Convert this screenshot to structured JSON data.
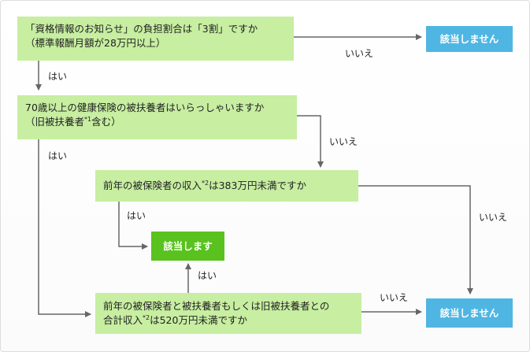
{
  "nodes": {
    "q1": {
      "line1": "「資格情報のお知らせ」の負担割合は「3割」ですか",
      "line2": "（標準報酬月額が28万円以上）"
    },
    "q2": {
      "line1": "70歳以上の健康保険の被扶養者はいらっしゃいますか",
      "line2_pre": "（旧被扶養者",
      "line2_sup": "*1",
      "line2_post": "含む）"
    },
    "q3": {
      "pre": "前年の被保険者の収入",
      "sup": "*2",
      "post": "は383万円未満ですか"
    },
    "q4": {
      "line1": "前年の被保険者と被扶養者もしくは旧被扶養者との",
      "line2_pre": "合計収入",
      "line2_sup": "*2",
      "line2_post": "は520万円未満ですか"
    },
    "not_applicable_top": "該当しません",
    "applicable": "該当します",
    "not_applicable_bottom": "該当しません"
  },
  "edge_labels": {
    "q1_no": "いいえ",
    "q1_yes": "はい",
    "q2_no": "いいえ",
    "q2_yes": "はい",
    "q3_yes": "はい",
    "q3_no": "いいえ",
    "q4_yes": "はい",
    "q4_no": "いいえ"
  },
  "colors": {
    "question_box": "#c7eea1",
    "not_applicable_box": "#4fb6e3",
    "applicable_box": "#59c21e",
    "connector": "#666666"
  }
}
